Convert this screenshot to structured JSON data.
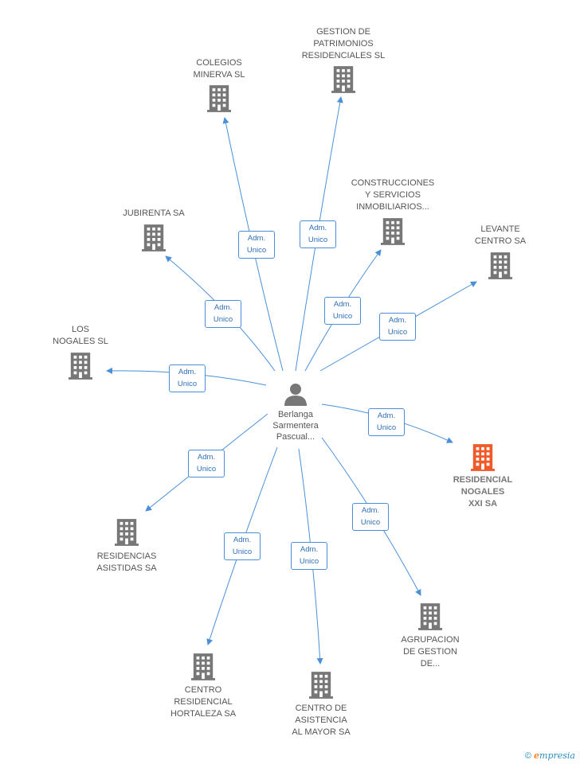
{
  "person": {
    "lines": [
      "Berlanga",
      "Sarmentera",
      "Pascual..."
    ],
    "icon": "person-icon"
  },
  "relation_label": [
    "Adm.",
    "Unico"
  ],
  "companies": [
    {
      "id": "colegios-minerva",
      "lines": [
        "COLEGIOS",
        "MINERVA SL"
      ],
      "highlight": false
    },
    {
      "id": "gestion-patrimonios",
      "lines": [
        "GESTION DE",
        "PATRIMONIOS",
        "RESIDENCIALES SL"
      ],
      "highlight": false
    },
    {
      "id": "construcciones-servicios",
      "lines": [
        "CONSTRUCCIONES",
        "Y SERVICIOS",
        "INMOBILIARIOS..."
      ],
      "highlight": false
    },
    {
      "id": "levante-centro",
      "lines": [
        "LEVANTE",
        "CENTRO SA"
      ],
      "highlight": false
    },
    {
      "id": "jubirenta",
      "lines": [
        "JUBIRENTA SA"
      ],
      "highlight": false
    },
    {
      "id": "los-nogales",
      "lines": [
        "LOS",
        "NOGALES SL"
      ],
      "highlight": false
    },
    {
      "id": "residencial-nogales-xxi",
      "lines": [
        "RESIDENCIAL",
        "NOGALES",
        "XXI SA"
      ],
      "highlight": true
    },
    {
      "id": "residencias-asistidas",
      "lines": [
        "RESIDENCIAS",
        "ASISTIDAS SA"
      ],
      "highlight": false
    },
    {
      "id": "agrupacion-gestion",
      "lines": [
        "AGRUPACION",
        "DE GESTION",
        "DE..."
      ],
      "highlight": false
    },
    {
      "id": "centro-residencial-hortaleza",
      "lines": [
        "CENTRO",
        "RESIDENCIAL",
        "HORTALEZA SA"
      ],
      "highlight": false
    },
    {
      "id": "centro-asistencia-mayor",
      "lines": [
        "CENTRO DE",
        "ASISTENCIA",
        "AL MAYOR SA"
      ],
      "highlight": false
    }
  ],
  "colors": {
    "edge": "#4a90d9",
    "building": "#777777",
    "building_highlight": "#f05a28"
  },
  "footer": {
    "copyright": "©",
    "brand_initial": "e",
    "brand_rest": "mpresia"
  }
}
